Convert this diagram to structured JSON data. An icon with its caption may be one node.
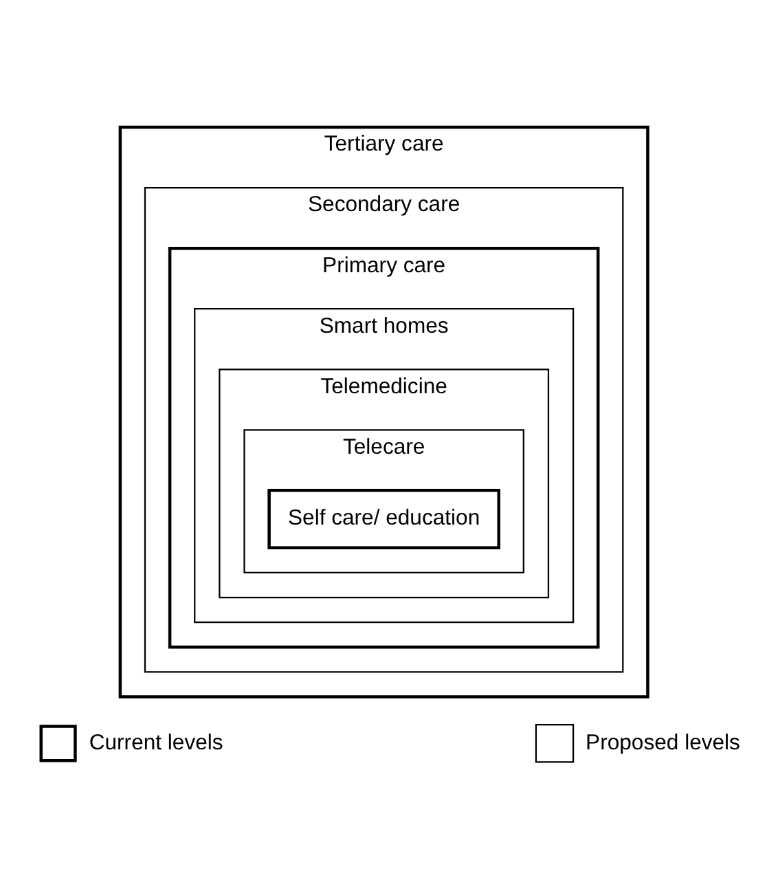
{
  "diagram": {
    "nodes": [
      {
        "text": [
          "Tertiary care"
        ]
      },
      {
        "text": [
          "Secondary care"
        ],
        "in": 0
      },
      {
        "text": [
          "Primary care"
        ],
        "in": 1
      },
      {
        "text": [
          "Smart homes"
        ],
        "in": 2
      },
      {
        "text": [
          "Telemedicine"
        ],
        "in": 3
      },
      {
        "text": [
          "Telecare"
        ],
        "in": 4
      },
      {
        "text": [
          "Self care/ education"
        ],
        "in": 5
      }
    ],
    "edges": [],
    "legend": [
      {
        "text": "Current levels"
      },
      {
        "text": "Proposed levels"
      }
    ]
  }
}
